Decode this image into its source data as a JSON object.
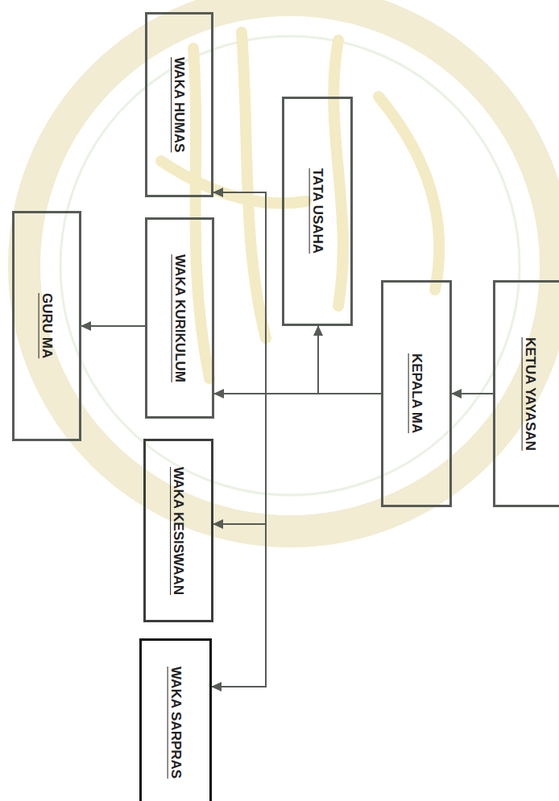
{
  "diagram": {
    "nodes": [
      {
        "text": [
          "KETUA YAYASAN"
        ]
      },
      {
        "text": [
          "KEPALA MA"
        ]
      },
      {
        "text": [
          "TATA USAHA"
        ]
      },
      {
        "text": [
          "WAKA HUMAS"
        ]
      },
      {
        "text": [
          "WAKA KURIKULUM"
        ]
      },
      {
        "text": [
          "GURU MA"
        ]
      },
      {
        "text": [
          "WAKA KESISWAAN"
        ]
      },
      {
        "text": [
          "WAKA SARPRAS"
        ]
      }
    ],
    "edges": [
      {
        "from": 0,
        "to": 1,
        "arrow": "to"
      },
      {
        "from": 1,
        "to": 2,
        "arrow": "to"
      },
      {
        "from": 1,
        "to": 3,
        "arrow": "to"
      },
      {
        "from": 1,
        "to": 4,
        "arrow": "to"
      },
      {
        "from": 1,
        "to": 6,
        "arrow": "to"
      },
      {
        "from": 1,
        "to": 7,
        "arrow": "to"
      },
      {
        "from": 4,
        "to": 5,
        "arrow": "to"
      }
    ]
  }
}
